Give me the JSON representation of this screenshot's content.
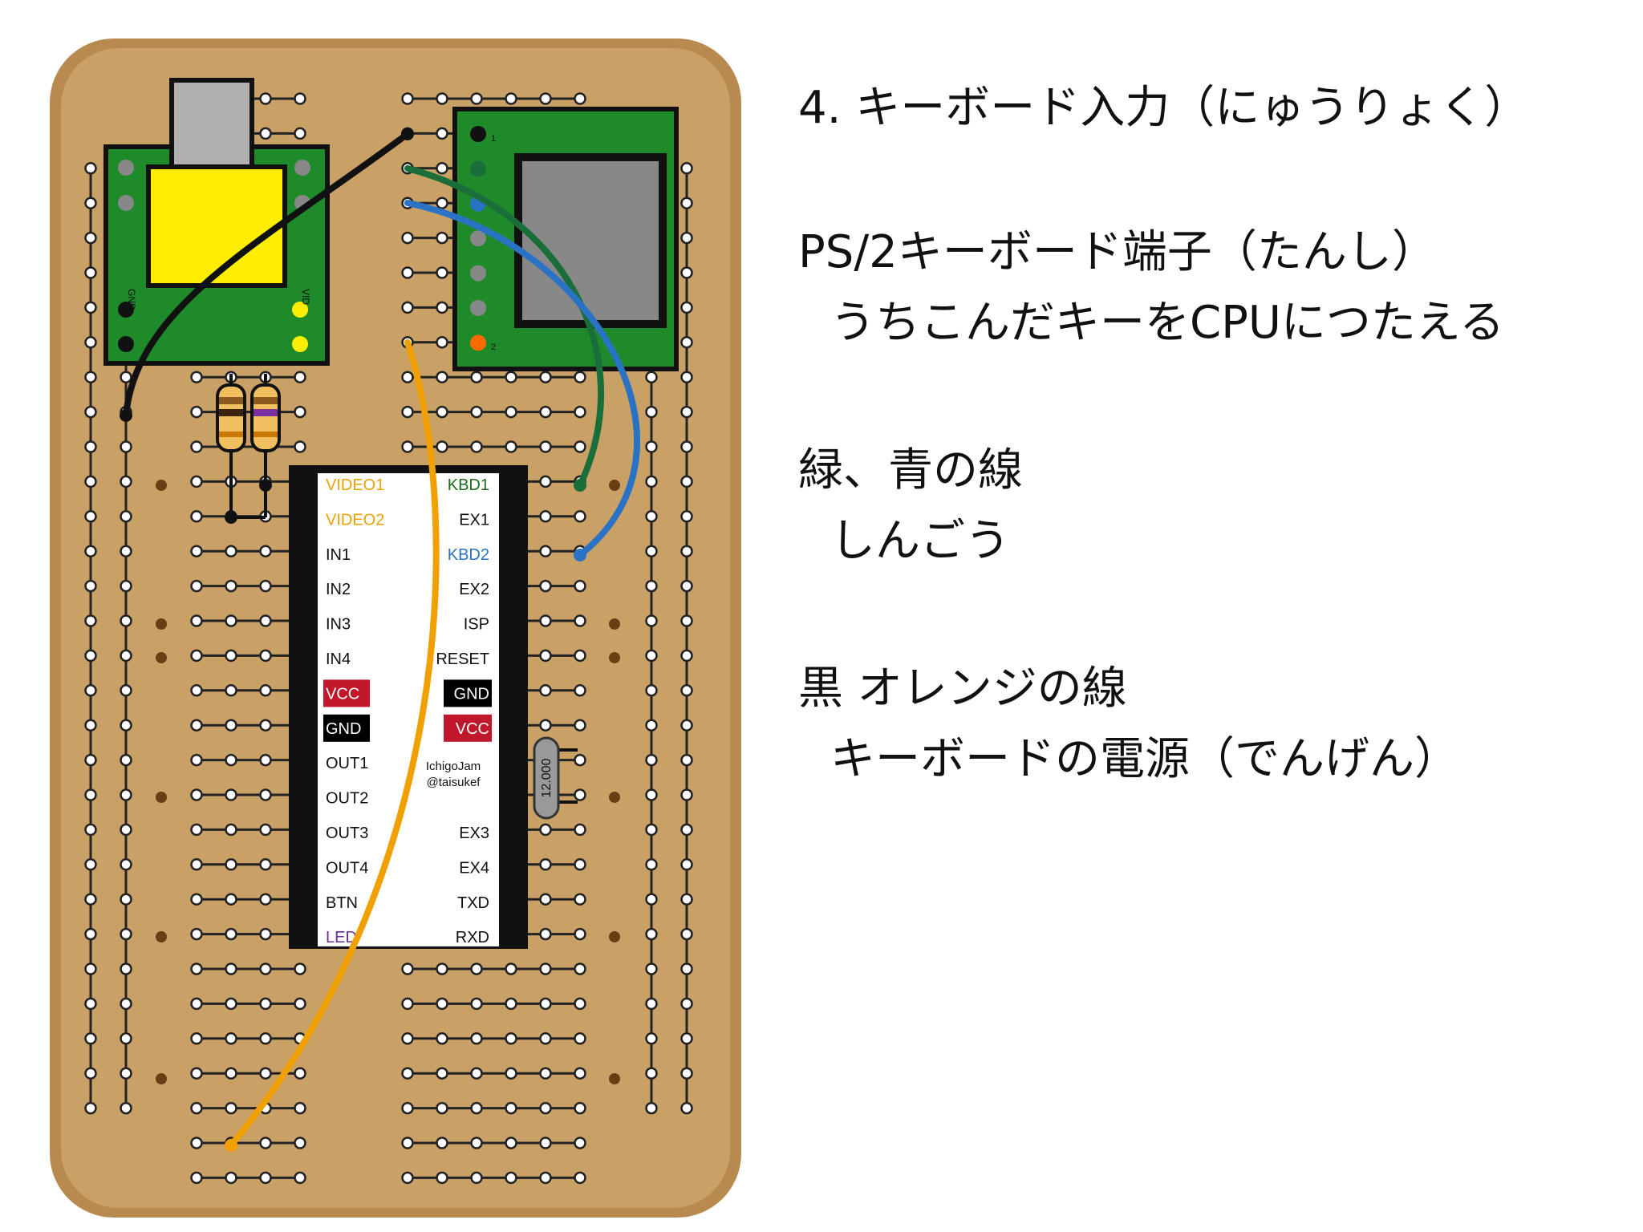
{
  "notes": {
    "title": "4. キーボード入力（にゅうりょく）",
    "blocks": [
      {
        "head": "PS/2キーボード端子（たんし）",
        "sub": "うちこんだキーをCPUにつたえる"
      },
      {
        "head": "緑、青の線",
        "sub": "しんごう"
      },
      {
        "head": "黒 オレンジの線",
        "sub": "キーボードの電源（でんげん）"
      }
    ]
  },
  "board": {
    "chip_left_pins": [
      "VIDEO1",
      "VIDEO2",
      "IN1",
      "IN2",
      "IN3",
      "IN4",
      "VCC",
      "GND",
      "OUT1",
      "OUT2",
      "OUT3",
      "OUT4",
      "BTN",
      "LED"
    ],
    "chip_right_pins": [
      "KBD1",
      "EX1",
      "KBD2",
      "EX2",
      "ISP",
      "RESET",
      "GND",
      "VCC",
      "",
      "",
      "EX3",
      "EX4",
      "TXD",
      "RXD"
    ],
    "chip_brand": [
      "IchigoJam",
      "@taisukef"
    ],
    "crystal_label": "12.000",
    "module_small_labels": [
      "GND",
      "VID",
      "1",
      "2"
    ],
    "colors": {
      "board": "#c9a066",
      "board_edge": "#b88a50",
      "module_green": "#1e8a2a",
      "wire_black": "#111111",
      "wire_green": "#1a6e3a",
      "wire_blue": "#2a73c4",
      "wire_orange": "#f0a000",
      "video_pin_orange": "#f0a000",
      "kbd1_green": "#1a6e1a",
      "kbd2_blue": "#2a73c4",
      "led_purple": "#6a2aa0",
      "vcc_red": "#c0182a",
      "gnd_black": "#000000"
    }
  }
}
